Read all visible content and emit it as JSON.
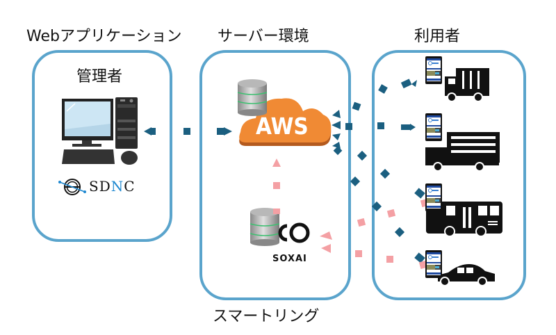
{
  "sections": {
    "web_app": {
      "title": "Webアプリケーション",
      "panel_label": "管理者",
      "logo": "SDNC",
      "logo_highlight_letter_index": 2
    },
    "server": {
      "title": "サーバー環境",
      "cloud_label": "AWS",
      "smartring_logo": "SOXAI",
      "bottom_label": "スマートリング"
    },
    "users": {
      "title": "利用者",
      "vehicles": [
        "light-truck",
        "large-truck",
        "bus",
        "car"
      ]
    }
  },
  "colors": {
    "panel_border": "#5aa4cc",
    "data_flow": "#1b5f80",
    "ring_flow": "#f4a0a4",
    "aws_cloud": "#f08a34",
    "aws_shadow": "#b45a1e",
    "db_stripe": "#3cc070"
  },
  "icons": [
    "desktop-computer-icon",
    "database-icon",
    "cloud-icon",
    "soxai-ring-logo-icon",
    "smartphone-icon",
    "truck-icon",
    "bus-icon",
    "car-icon"
  ]
}
